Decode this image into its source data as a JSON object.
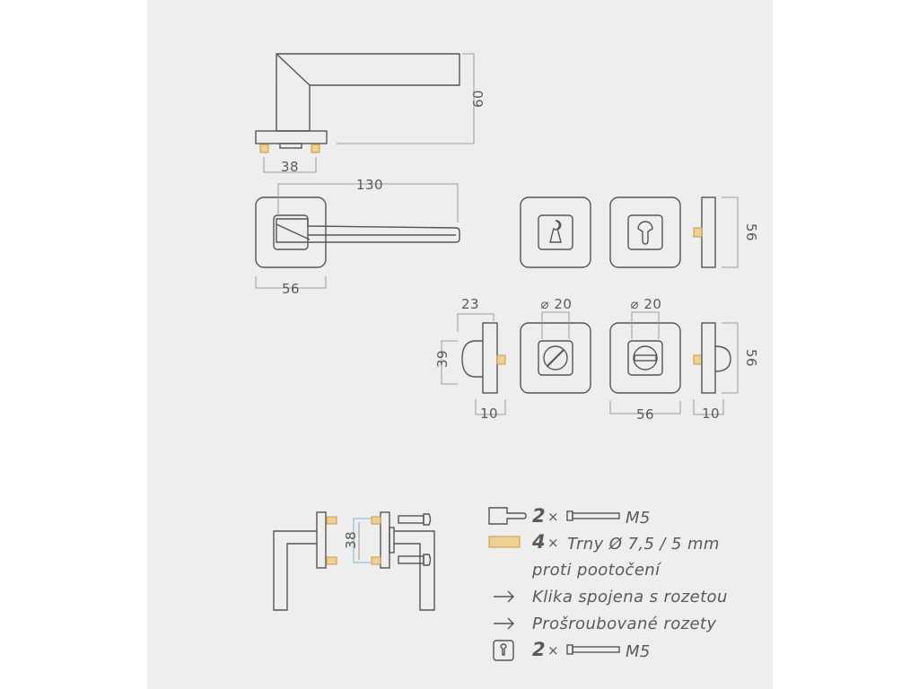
{
  "dimensions": {
    "side_height": "60",
    "spindle_distance": "38",
    "lever_length": "130",
    "rosette_width": "56",
    "key_height": "56",
    "knob_depth": "23",
    "knob_diameter": "39",
    "button_diameter_1": "⌀ 20",
    "button_diameter_2": "⌀ 20",
    "thickness_left": "10",
    "wc_rosette_width": "56",
    "thickness_right": "10",
    "wc_height": "56",
    "assembly_distance": "38"
  },
  "legend": {
    "row1": {
      "count": "2",
      "times": "×",
      "text": "M5"
    },
    "row2": {
      "count": "4",
      "times": "×",
      "text": "Trny Ø 7,5 / 5 mm",
      "text_cont": "proti pootočení"
    },
    "row3": {
      "text": "Klika spojena s rozetou"
    },
    "row4": {
      "text": "Prošroubované rozety"
    },
    "row5": {
      "count": "2",
      "times": "×",
      "text": "M5"
    }
  },
  "colors": {
    "sheet_background": "#eeeeee",
    "line": "#555555",
    "dimension_line": "#9c9c9c",
    "pin_fill": "#f0cf94",
    "assembly_link": "#7ab6d6"
  }
}
